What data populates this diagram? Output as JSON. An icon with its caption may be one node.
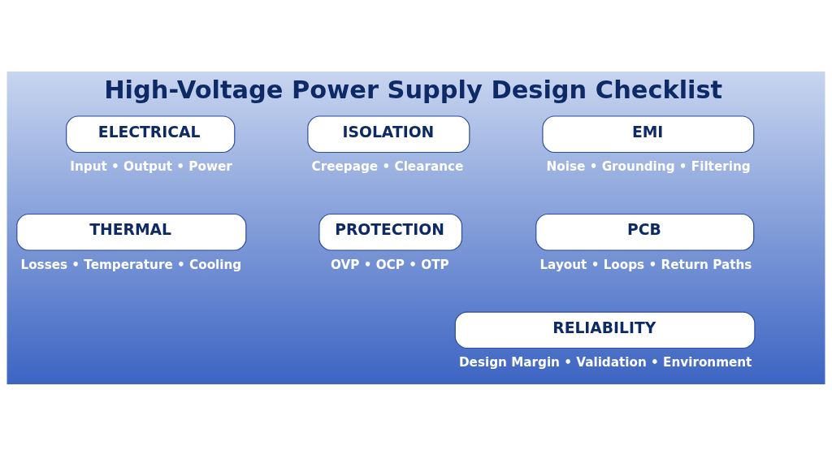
{
  "diagram": {
    "title": "High-Voltage Power Supply Design Checklist",
    "nodes": [
      {
        "text": [
          "ELECTRICAL"
        ],
        "beside": [
          "Input • Output • Power"
        ]
      },
      {
        "text": [
          "ISOLATION"
        ],
        "beside": [
          "Creepage • Clearance"
        ]
      },
      {
        "text": [
          "EMI"
        ],
        "beside": [
          "Noise • Grounding • Filtering"
        ]
      },
      {
        "text": [
          "THERMAL"
        ],
        "beside": [
          "Losses • Temperature • Cooling"
        ]
      },
      {
        "text": [
          "PROTECTION"
        ],
        "beside": [
          "OVP • OCP • OTP"
        ]
      },
      {
        "text": [
          "PCB"
        ],
        "beside": [
          "Layout • Loops • Return Paths"
        ]
      },
      {
        "text": [
          "RELIABILITY"
        ],
        "beside": [
          "Design Margin • Validation • Environment"
        ]
      }
    ],
    "edges": []
  }
}
